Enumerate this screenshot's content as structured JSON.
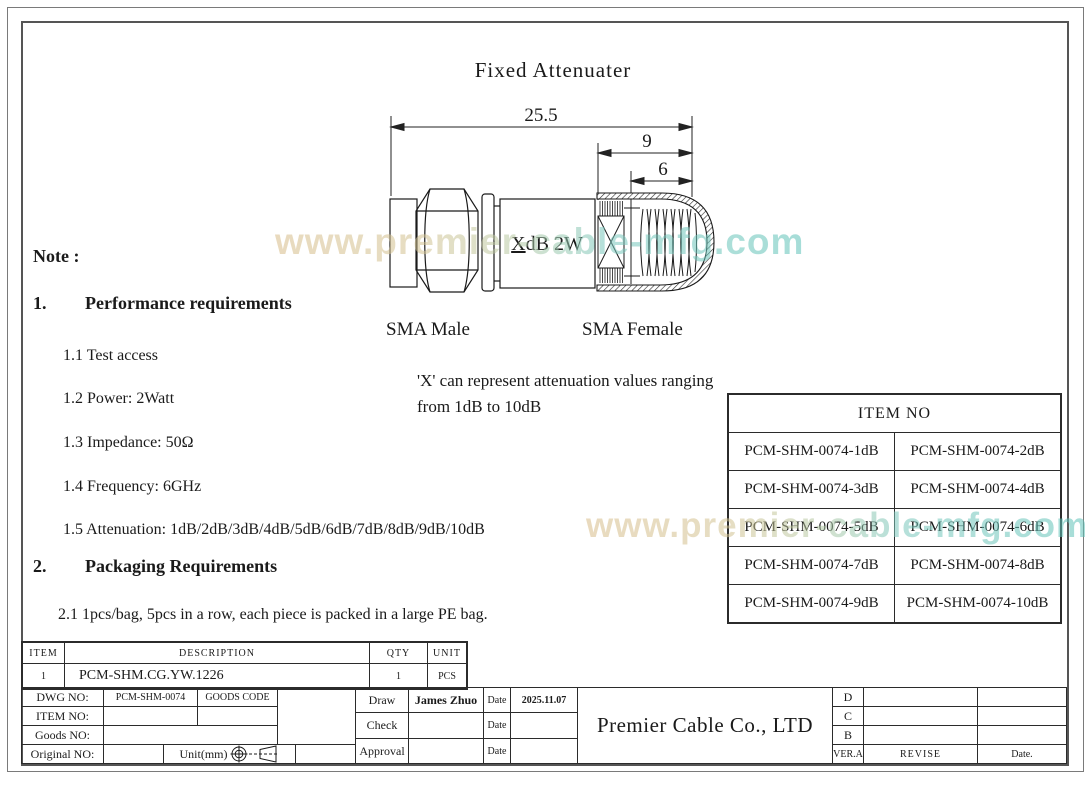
{
  "title": "Fixed Attenuater",
  "watermark": {
    "text": "www.premier-cable-mfg.com"
  },
  "drawing": {
    "dim_total": "25.5",
    "dim_9": "9",
    "dim_6": "6",
    "marking_x": "X",
    "marking_rest": "dB 2W",
    "label_male": "SMA Male",
    "label_female": "SMA Female",
    "x_note": "'X' can represent attenuation values ranging from 1dB to 10dB"
  },
  "notes": {
    "heading": "Note :",
    "section1_no": "1.",
    "section1_title": "Performance requirements",
    "items1": [
      "1.1 Test access",
      "1.2 Power: 2Watt",
      "1.3 Impedance: 50Ω",
      "1.4 Frequency: 6GHz",
      "1.5 Attenuation: 1dB/2dB/3dB/4dB/5dB/6dB/7dB/8dB/9dB/10dB"
    ],
    "section2_no": "2.",
    "section2_title": "Packaging Requirements",
    "item2_1": "2.1 1pcs/bag, 5pcs in a row, each piece is packed in a large PE bag."
  },
  "item_no_table": {
    "header": "ITEM NO",
    "rows": [
      [
        "PCM-SHM-0074-1dB",
        "PCM-SHM-0074-2dB"
      ],
      [
        "PCM-SHM-0074-3dB",
        "PCM-SHM-0074-4dB"
      ],
      [
        "PCM-SHM-0074-5dB",
        "PCM-SHM-0074-6dB"
      ],
      [
        "PCM-SHM-0074-7dB",
        "PCM-SHM-0074-8dB"
      ],
      [
        "PCM-SHM-0074-9dB",
        "PCM-SHM-0074-10dB"
      ]
    ]
  },
  "parts_table": {
    "headers": [
      "ITEM",
      "DESCRIPTION",
      "QTY",
      "UNIT"
    ],
    "row": [
      "1",
      "PCM-SHM.CG.YW.1226",
      "1",
      "PCS"
    ]
  },
  "title_block": {
    "dwg_no_label": "DWG NO:",
    "dwg_no_value": "PCM-SHM-0074",
    "goods_code_label": "GOODS CODE",
    "item_no_label": "ITEM NO:",
    "goods_no_label": "Goods NO:",
    "original_no_label": "Original NO:",
    "unit_label": "Unit(mm)",
    "draw_label": "Draw",
    "draw_value": "James Zhuo",
    "date_label": "Date",
    "draw_date": "2025.11.07",
    "check_label": "Check",
    "approval_label": "Approval",
    "company": "Premier Cable Co., LTD",
    "rev_d": "D",
    "rev_c": "C",
    "rev_b": "B",
    "ver_label": "VER.A",
    "revise_label": "REVISE",
    "date_col_label": "Date."
  }
}
